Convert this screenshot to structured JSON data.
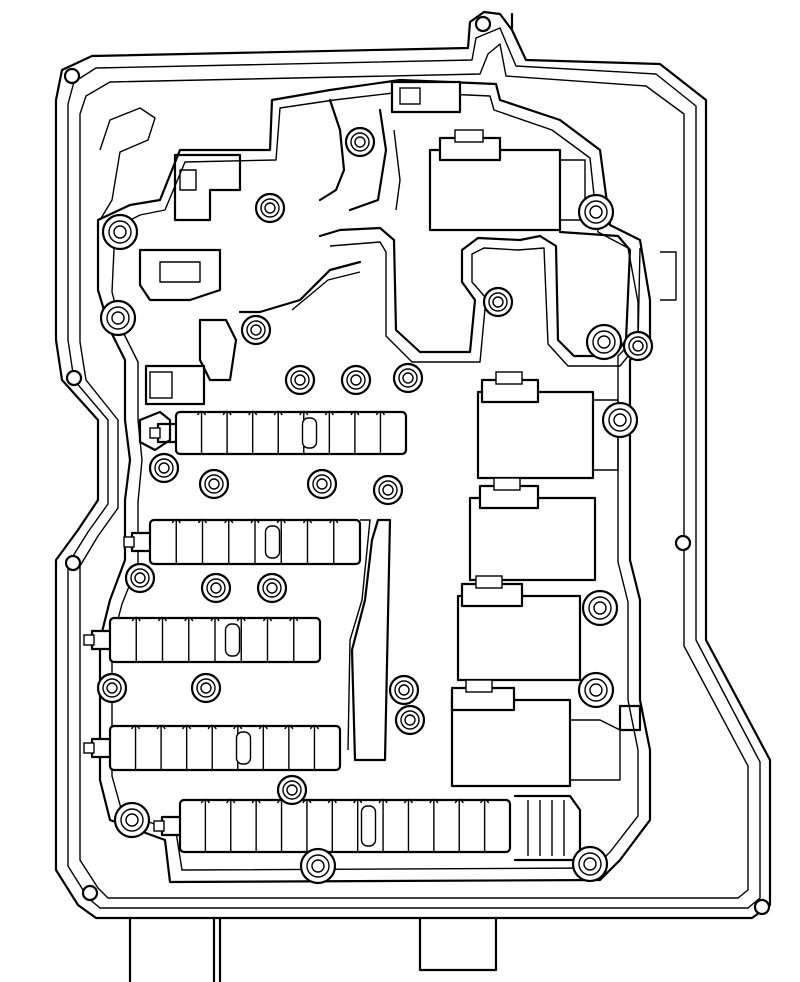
{
  "figure": {
    "subject": "valve-body-assembly",
    "style": "black-line-art",
    "colors": {
      "line": "#000000",
      "background": "#ffffff"
    },
    "components": [
      "transmission-case-outline",
      "valve-body",
      "solenoid-valve",
      "spool-valve",
      "bolt",
      "oil-passage",
      "mounting-hole"
    ]
  }
}
